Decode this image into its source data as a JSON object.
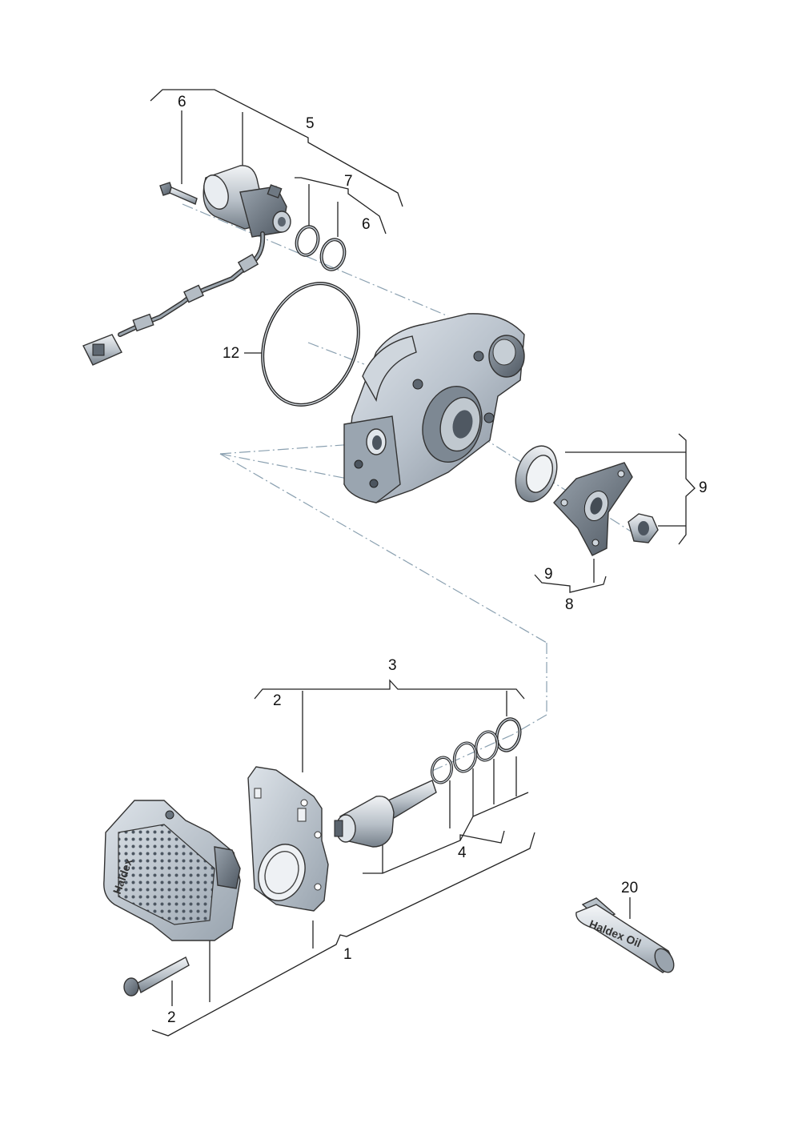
{
  "diagram": {
    "labels": {
      "l5": "5",
      "l6a": "6",
      "l7": "7",
      "l6b": "6",
      "l12": "12",
      "l9a": "9",
      "l9b": "9",
      "l8": "8",
      "l3": "3",
      "l2a": "2",
      "l4": "4",
      "l20": "20",
      "l1": "1",
      "l2b": "2"
    },
    "printed_text": {
      "haldex_cover": "Haldex",
      "oil_bottle": "Haldex Oil"
    }
  }
}
